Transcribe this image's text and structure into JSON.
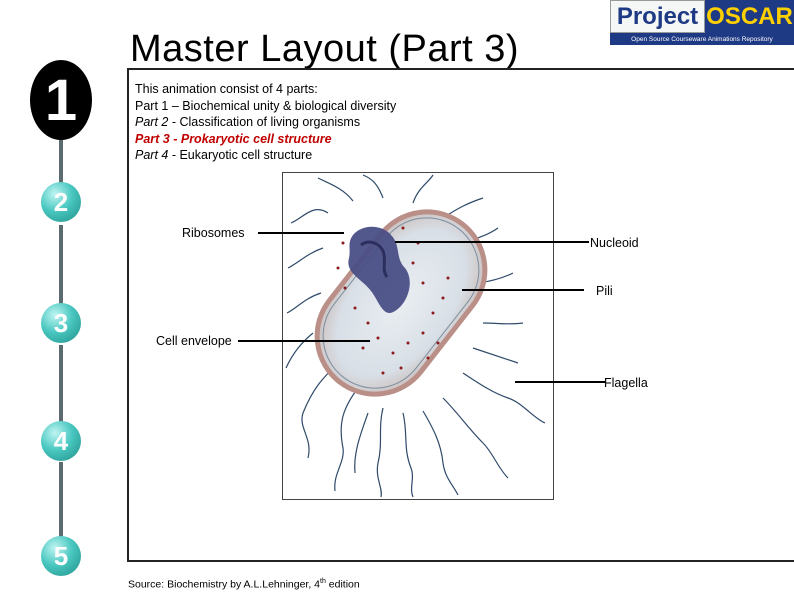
{
  "title": "Master Layout (Part 3)",
  "logo": {
    "word1": "Project",
    "word2": "OSCAR",
    "tagline": "Open Source Courseware Animations Repository"
  },
  "steps": [
    "1",
    "2",
    "3",
    "4",
    "5"
  ],
  "intro": {
    "heading": "This animation consist of 4 parts:",
    "part1": "Part 1 – Biochemical unity & biological diversity",
    "part2_label": "Part 2",
    "part2_text": " - Classification of living organisms",
    "part3_label": "Part 3",
    "part3_text": " - Prokaryotic cell structure",
    "part4_label": "Part 4",
    "part4_text": " - Eukaryotic cell structure"
  },
  "labels": {
    "ribosomes": "Ribosomes",
    "nucleoid": "Nucleoid",
    "pili": "Pili",
    "cell_envelope": "Cell envelope",
    "flagella": "Flagella"
  },
  "source": {
    "prefix": "Source: Biochemistry by A.L.Lehninger, 4",
    "sup": "th",
    "suffix": " edition"
  },
  "colors": {
    "current_part": "#c00000",
    "step_active": "#000000",
    "step_inactive": "#3fbdb6",
    "logo_blue": "#1f3a84"
  }
}
